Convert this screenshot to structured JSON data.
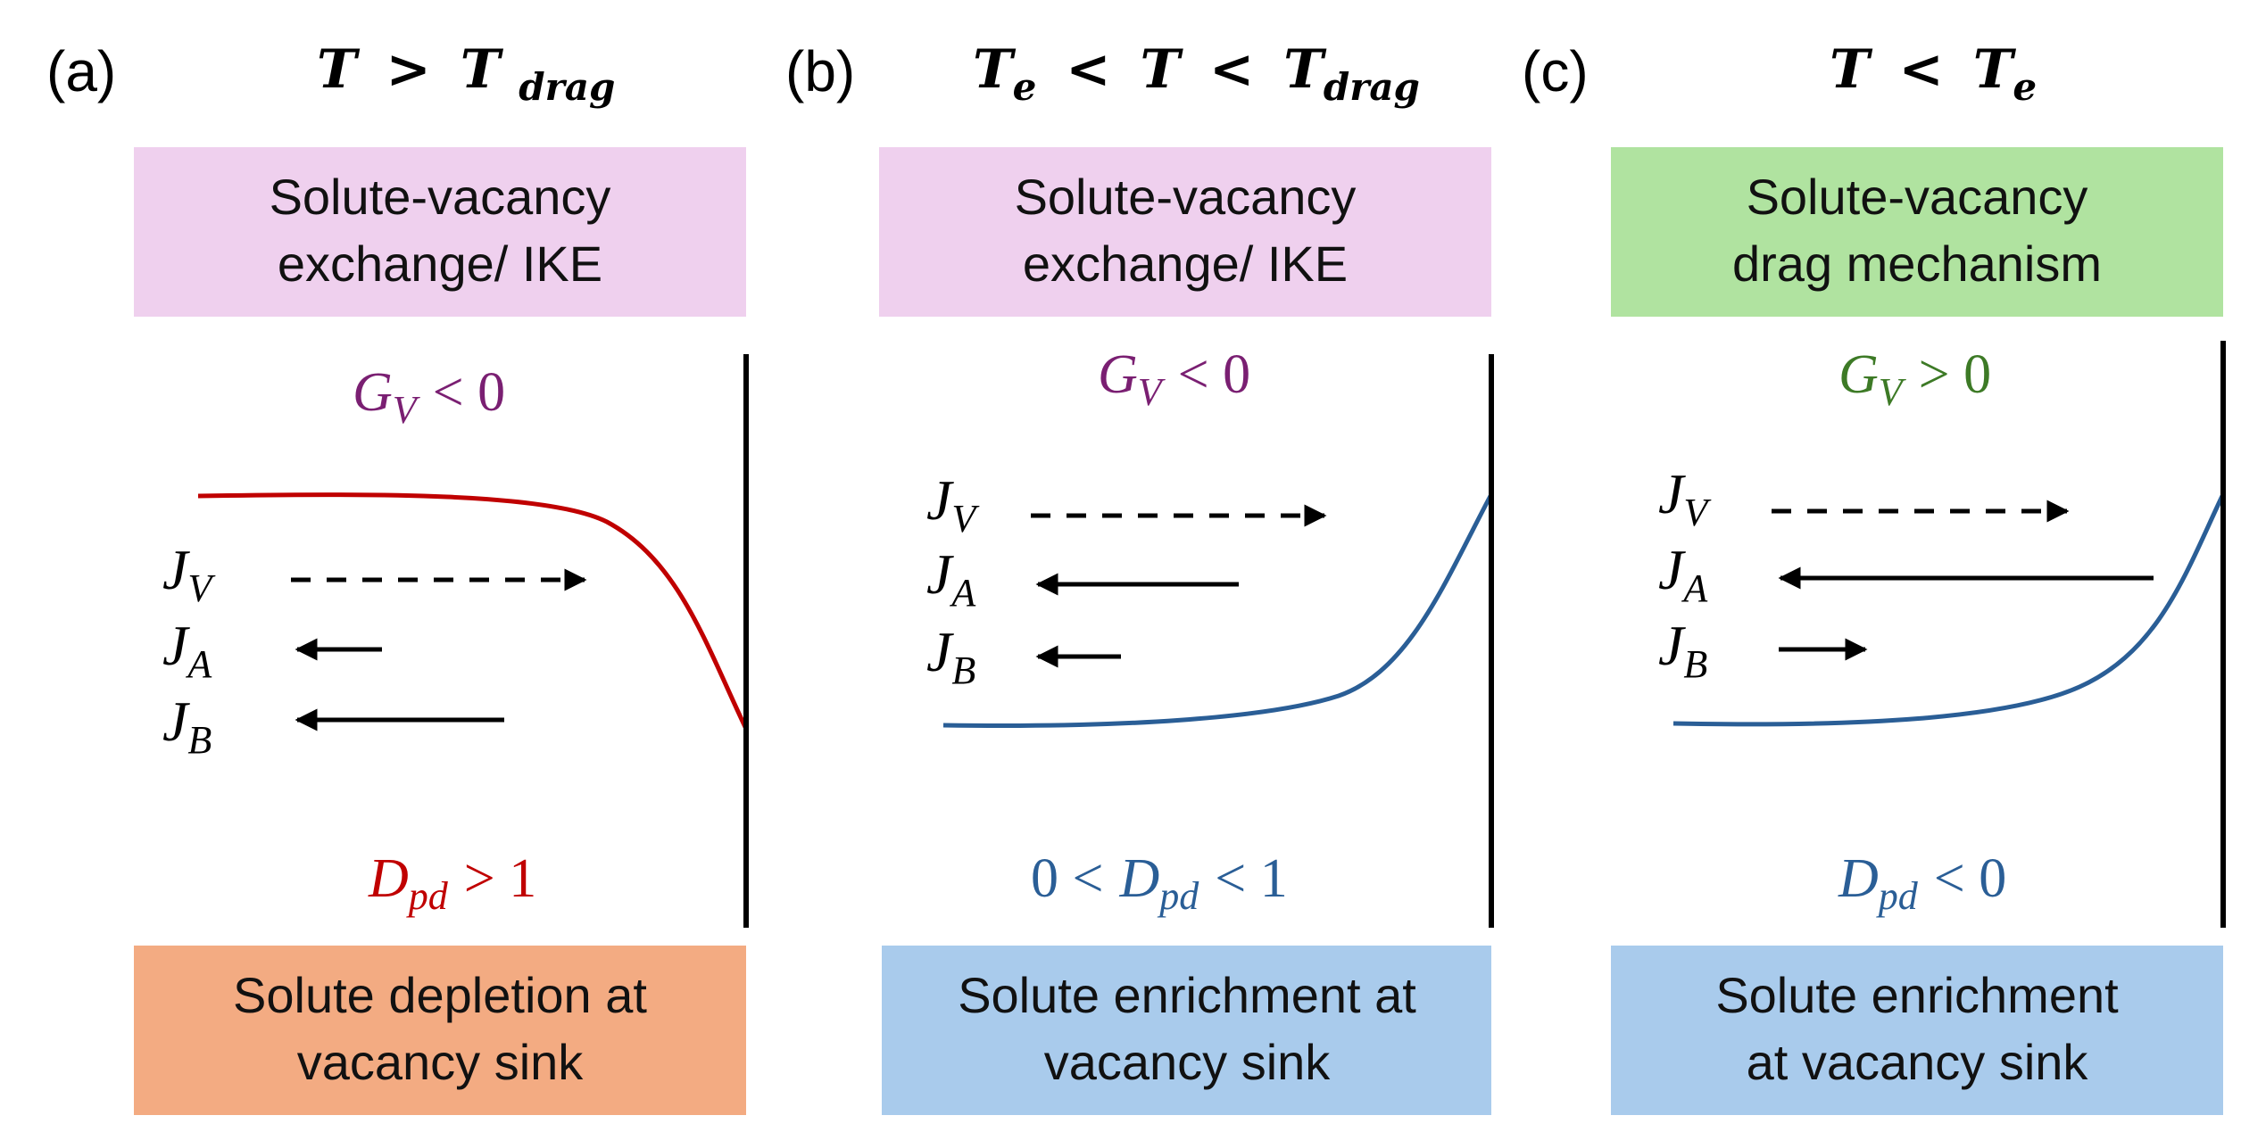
{
  "colors": {
    "purple_box": "#efd0ee",
    "green_box": "#b0e3a0",
    "orange_box": "#f3ab82",
    "blue_box": "#a9cbec",
    "red_curve": "#c00000",
    "blue_curve": "#2a5e96",
    "purple_text": "#7a1f72",
    "green_text": "#3d7a26",
    "red_text": "#c00000",
    "blue_text": "#2a5e96"
  },
  "panels": [
    {
      "id": "a",
      "label": "(a)",
      "condition": {
        "T": "T",
        "op1": ">",
        "T2": "T",
        "sub2": "drag"
      },
      "mechanism": {
        "line1": "Solute-vacancy",
        "line2": "exchange/ IKE",
        "color": "purple"
      },
      "gv": {
        "G": "G",
        "sub": "V",
        "rel": "< 0",
        "color": "purple"
      },
      "fluxes": [
        {
          "J": "J",
          "sub": "V",
          "direction": "right",
          "style": "dashed",
          "magnitude": "long"
        },
        {
          "J": "J",
          "sub": "A",
          "direction": "left",
          "style": "solid",
          "magnitude": "short"
        },
        {
          "J": "J",
          "sub": "B",
          "direction": "left",
          "style": "solid",
          "magnitude": "long"
        }
      ],
      "dpd": {
        "prefix": "",
        "D": "D",
        "sub": "pd",
        "rel": "> 1"
      },
      "result": {
        "line1": "Solute depletion at",
        "line2": "vacancy sink",
        "color": "orange"
      },
      "profile": "depletion"
    },
    {
      "id": "b",
      "label": "(b)",
      "condition": {
        "T1": "T",
        "sub1": "e",
        "op1": "<",
        "T": "T",
        "op2": "<",
        "T2": "T",
        "sub2": "drag"
      },
      "mechanism": {
        "line1": "Solute-vacancy",
        "line2": "exchange/ IKE",
        "color": "purple"
      },
      "gv": {
        "G": "G",
        "sub": "V",
        "rel": "< 0",
        "color": "purple"
      },
      "fluxes": [
        {
          "J": "J",
          "sub": "V",
          "direction": "right",
          "style": "dashed",
          "magnitude": "long"
        },
        {
          "J": "J",
          "sub": "A",
          "direction": "left",
          "style": "solid",
          "magnitude": "long"
        },
        {
          "J": "J",
          "sub": "B",
          "direction": "left",
          "style": "solid",
          "magnitude": "short"
        }
      ],
      "dpd": {
        "prefix": "0 <",
        "D": "D",
        "sub": "pd",
        "rel": "< 1"
      },
      "result": {
        "line1": "Solute enrichment at",
        "line2": "vacancy sink",
        "color": "blue"
      },
      "profile": "enrichment"
    },
    {
      "id": "c",
      "label": "(c)",
      "condition": {
        "T": "T",
        "op1": "<",
        "T2": "T",
        "sub2": "e"
      },
      "mechanism": {
        "line1": "Solute-vacancy",
        "line2": "drag mechanism",
        "color": "green"
      },
      "gv": {
        "G": "G",
        "sub": "V",
        "rel": "> 0",
        "color": "green"
      },
      "fluxes": [
        {
          "J": "J",
          "sub": "V",
          "direction": "right",
          "style": "dashed",
          "magnitude": "long"
        },
        {
          "J": "J",
          "sub": "A",
          "direction": "left",
          "style": "solid",
          "magnitude": "long"
        },
        {
          "J": "J",
          "sub": "B",
          "direction": "right",
          "style": "solid",
          "magnitude": "short"
        }
      ],
      "dpd": {
        "prefix": "",
        "D": "D",
        "sub": "pd",
        "rel": "< 0"
      },
      "result": {
        "line1": "Solute enrichment",
        "line2": "at vacancy sink",
        "color": "blue"
      },
      "profile": "enrichment"
    }
  ]
}
